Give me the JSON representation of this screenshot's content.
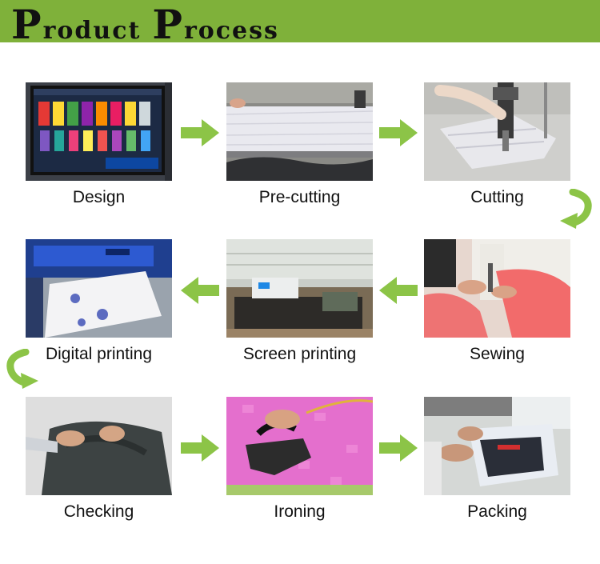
{
  "title": {
    "word1_cap": "P",
    "word1_rest": "roduct",
    "word2_cap": "P",
    "word2_rest": "rocess"
  },
  "steps": [
    {
      "label": "Design"
    },
    {
      "label": "Pre-cutting"
    },
    {
      "label": "Cutting"
    },
    {
      "label": "Sewing"
    },
    {
      "label": "Screen printing"
    },
    {
      "label": "Digital printing"
    },
    {
      "label": "Checking"
    },
    {
      "label": "Ironing"
    },
    {
      "label": "Packing"
    }
  ],
  "colors": {
    "banner": "#7fb13a",
    "arrow": "#8cc447"
  }
}
